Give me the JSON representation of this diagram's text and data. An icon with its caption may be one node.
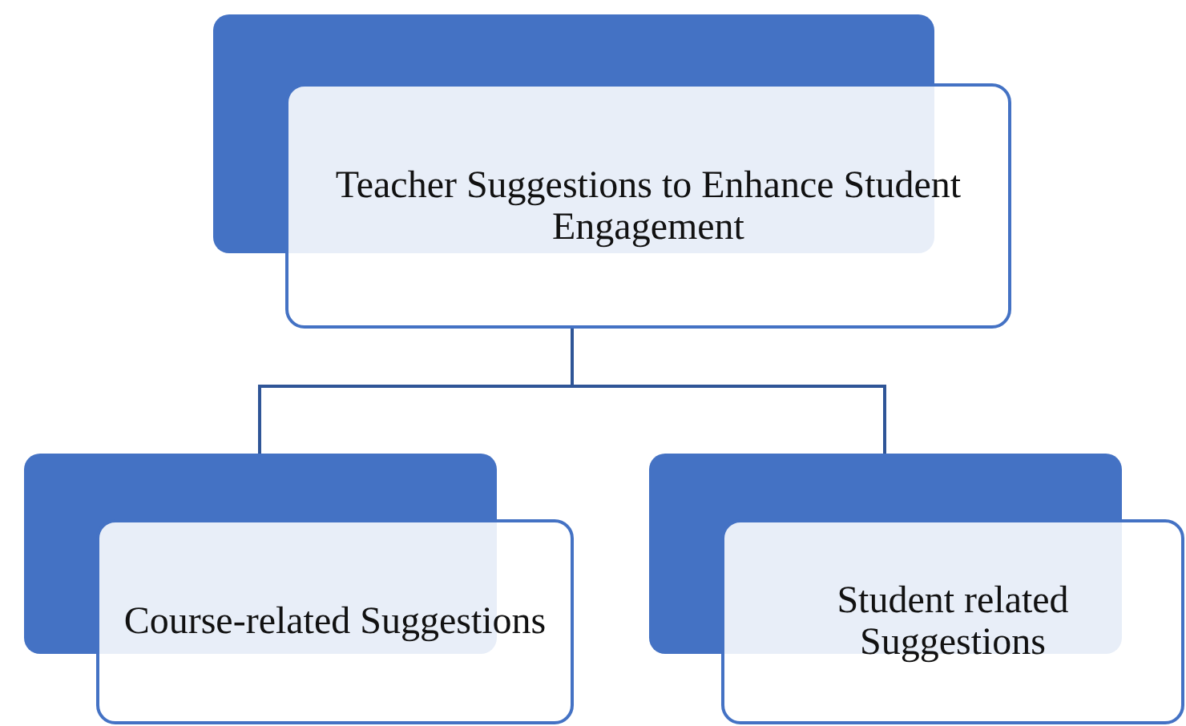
{
  "diagram": {
    "nodes": [
      {
        "text": [
          "Teacher Suggestions to Enhance Student Engagement"
        ]
      },
      {
        "text": [
          "Course-related Suggestions"
        ]
      },
      {
        "text": [
          "Student related Suggestions"
        ]
      }
    ],
    "edges": [
      {
        "from": 0,
        "to": 1,
        "arrow": "none"
      },
      {
        "from": 0,
        "to": 2,
        "arrow": "none"
      }
    ]
  }
}
